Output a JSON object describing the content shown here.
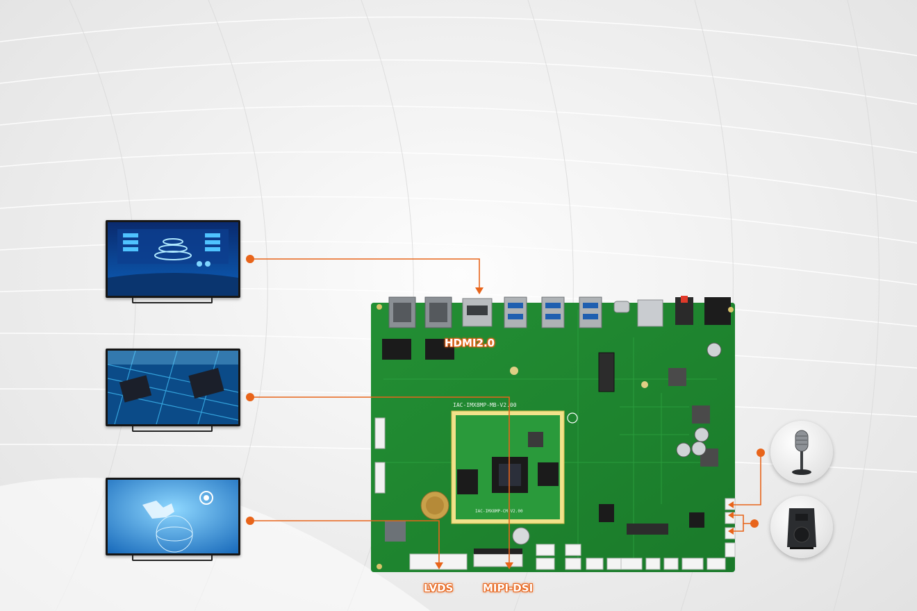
{
  "labels": {
    "hdmi": "HDMI2.0",
    "lvds": "LVDS",
    "mipi": "MIPI-DSI"
  },
  "board": {
    "model": "IAC-IMX8MP-MB-V2.00",
    "core_model": "IAC-IMX8MP-CM-V2.00"
  },
  "colors": {
    "accent": "#e8641a",
    "pcb": "#1f8a2e"
  },
  "icons": {
    "microphone": "microphone-icon",
    "speaker": "speaker-icon"
  }
}
